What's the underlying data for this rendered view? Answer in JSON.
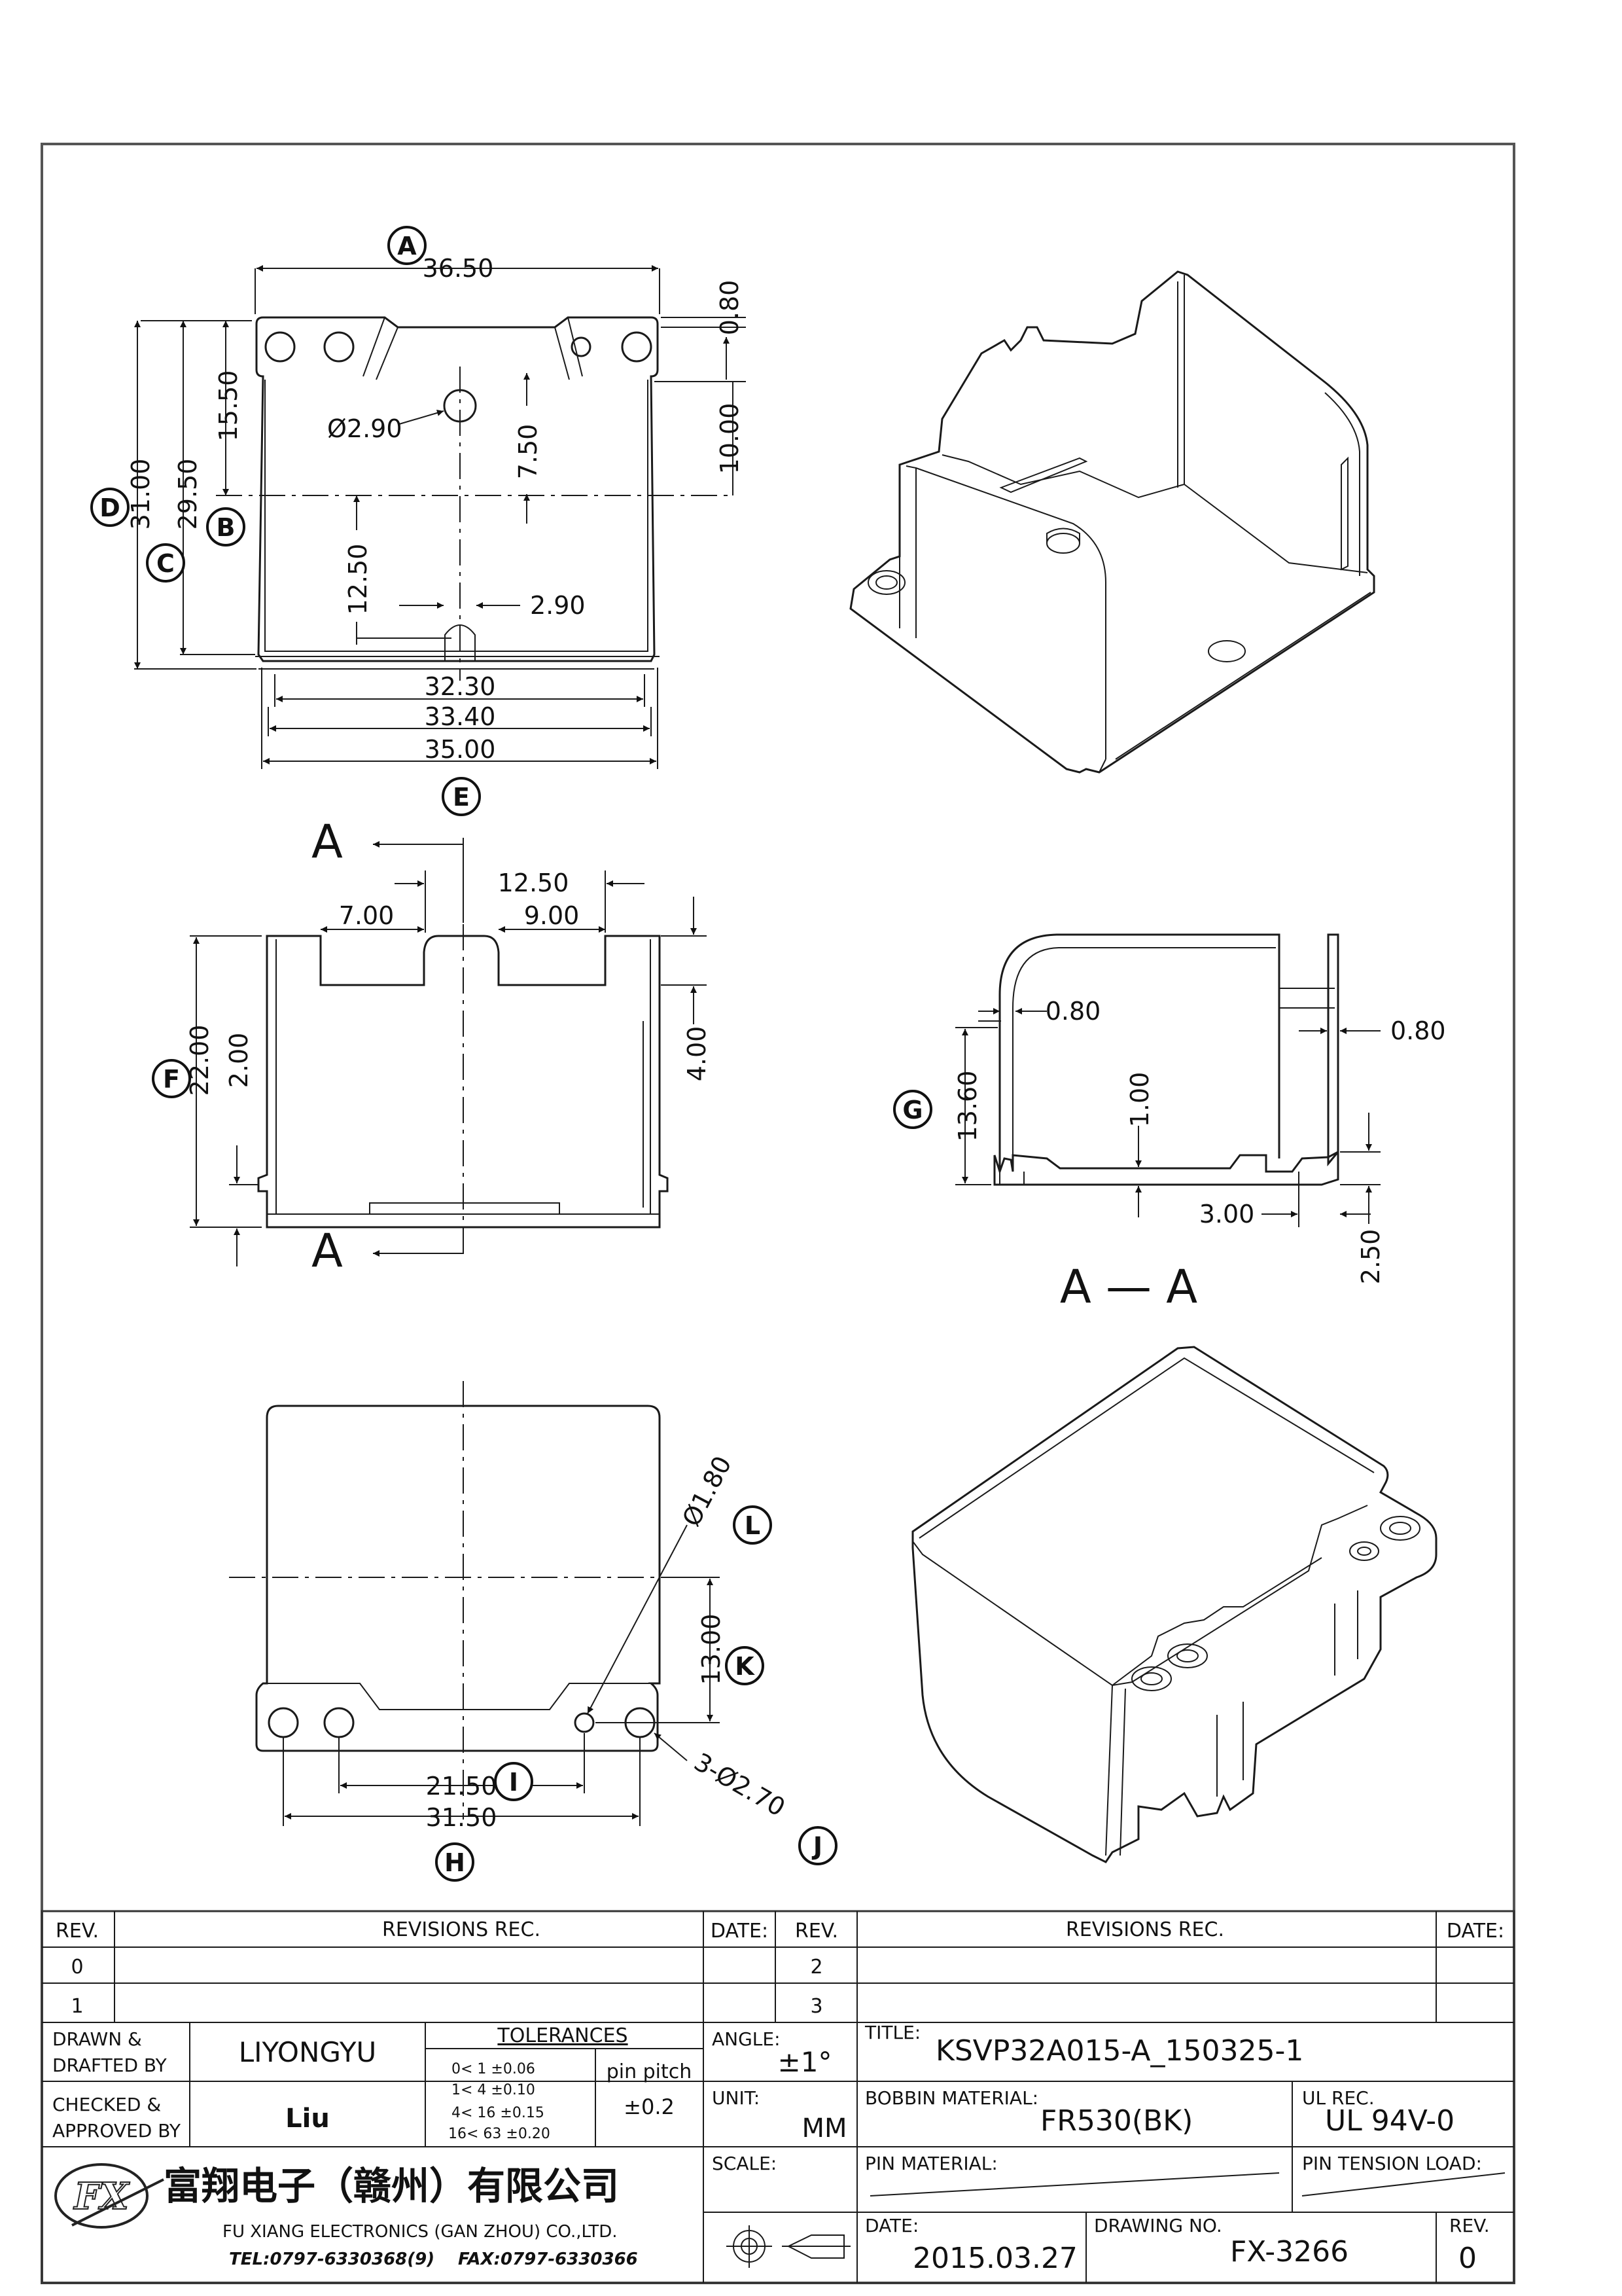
{
  "dimensions": {
    "top_width": "36.50",
    "flange_thk": "0.80",
    "hole_dia": "Ø2.90",
    "d15_50": "15.50",
    "d7_50": "7.50",
    "d10_00": "10.00",
    "d31_00": "31.00",
    "d29_50": "29.50",
    "d12_50_v": "12.50",
    "slot_w": "2.90",
    "w32_30": "32.30",
    "w33_40": "33.40",
    "w35_00": "35.00",
    "front_12_50": "12.50",
    "front_7_00": "7.00",
    "front_9_00": "9.00",
    "front_4_00": "4.00",
    "front_22_00": "22.00",
    "front_2_00": "2.00",
    "sec_0_80_a": "0.80",
    "sec_0_80_b": "0.80",
    "sec_13_60": "13.60",
    "sec_1_00": "1.00",
    "sec_3_00": "3.00",
    "sec_2_50": "2.50",
    "bot_pin_dia": "Ø1.80",
    "bot_13_00": "13.00",
    "bot_21_50": "21.50",
    "bot_31_50": "31.50",
    "bot_holes": "3-Ø2.70"
  },
  "labels": {
    "A": "A",
    "B": "B",
    "C": "C",
    "D": "D",
    "E": "E",
    "F": "F",
    "G": "G",
    "H": "H",
    "I": "I",
    "J": "J",
    "K": "K",
    "L": "L",
    "section_mark": "A",
    "section_title": "A — A"
  },
  "title_block": {
    "rev_header": "REV.",
    "revisions_header": "REVISIONS   REC.",
    "date_header": "DATE:",
    "rev_rows_left": [
      "0",
      "1"
    ],
    "rev_rows_right": [
      "2",
      "3"
    ],
    "drawn_label_1": "DRAWN &",
    "drawn_label_2": "DRAFTED BY",
    "drawn_by": "LIYONGYU",
    "checked_label_1": "CHECKED &",
    "checked_label_2": "APPROVED BY",
    "approved_by": "Liu",
    "tolerances_title": "TOLERANCES",
    "tol_rows": [
      "0<  1   ±0.06",
      "1<  4   ±0.10",
      "4<  16  ±0.15",
      "16<  63  ±0.20"
    ],
    "pin_pitch_label": "pin pitch",
    "pin_pitch_value": "±0.2",
    "angle_label": "ANGLE:",
    "angle_value": "±1°",
    "unit_label": "UNIT:",
    "unit_value": "MM",
    "scale_label": "SCALE:",
    "title_label": "TITLE:",
    "title_value": "KSVP32A015-A_150325-1",
    "bobbin_label": "BOBBIN MATERIAL:",
    "bobbin_value": "FR530(BK)",
    "ul_label": "UL REC.",
    "ul_value": "UL 94V-0",
    "pin_material_label": "PIN MATERIAL:",
    "pin_tension_label": "PIN TENSION LOAD:",
    "date_label": "DATE:",
    "date_value": "2015.03.27",
    "drawing_no_label": "DRAWING NO.",
    "drawing_no_value": "FX-3266",
    "rev_label": "REV.",
    "rev_value": "0",
    "company_cn": "富翔电子（赣州）有限公司",
    "company_en": "FU XIANG ELECTRONICS (GAN ZHOU) CO.,LTD.",
    "tel": "TEL:0797-6330368(9)",
    "fax": "FAX:0797-6330366"
  }
}
